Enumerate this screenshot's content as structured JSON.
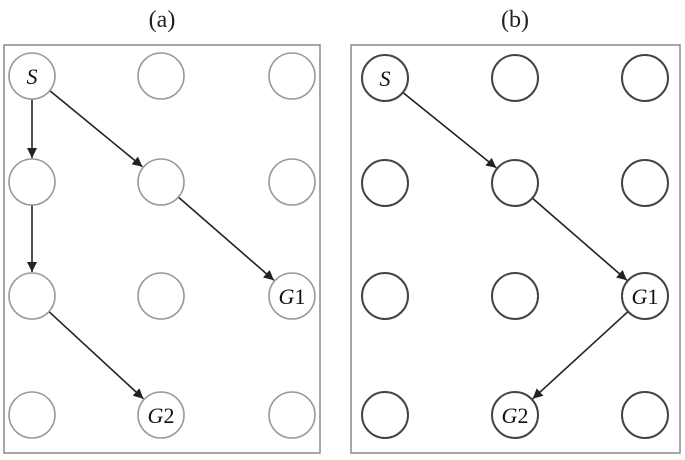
{
  "panels": [
    {
      "id": "a",
      "label": "(a)",
      "node_color": "#9a9a9a",
      "frame_color": "#8a8a8a",
      "nodes": [
        {
          "row": 0,
          "col": 0,
          "letter": "S",
          "number": ""
        },
        {
          "row": 0,
          "col": 1,
          "letter": "",
          "number": ""
        },
        {
          "row": 0,
          "col": 2,
          "letter": "",
          "number": ""
        },
        {
          "row": 1,
          "col": 0,
          "letter": "",
          "number": ""
        },
        {
          "row": 1,
          "col": 1,
          "letter": "",
          "number": ""
        },
        {
          "row": 1,
          "col": 2,
          "letter": "",
          "number": ""
        },
        {
          "row": 2,
          "col": 0,
          "letter": "",
          "number": ""
        },
        {
          "row": 2,
          "col": 1,
          "letter": "",
          "number": ""
        },
        {
          "row": 2,
          "col": 2,
          "letter": "G",
          "number": "1"
        },
        {
          "row": 3,
          "col": 0,
          "letter": "",
          "number": ""
        },
        {
          "row": 3,
          "col": 1,
          "letter": "G",
          "number": "2"
        },
        {
          "row": 3,
          "col": 2,
          "letter": "",
          "number": ""
        }
      ],
      "edges": [
        {
          "from": [
            0,
            0
          ],
          "to": [
            1,
            0
          ]
        },
        {
          "from": [
            1,
            0
          ],
          "to": [
            2,
            0
          ]
        },
        {
          "from": [
            2,
            0
          ],
          "to": [
            3,
            1
          ]
        },
        {
          "from": [
            0,
            0
          ],
          "to": [
            1,
            1
          ]
        },
        {
          "from": [
            1,
            1
          ],
          "to": [
            2,
            2
          ]
        }
      ]
    },
    {
      "id": "b",
      "label": "(b)",
      "node_color": "#444444",
      "frame_color": "#8a8a8a",
      "nodes": [
        {
          "row": 0,
          "col": 0,
          "letter": "S",
          "number": ""
        },
        {
          "row": 0,
          "col": 1,
          "letter": "",
          "number": ""
        },
        {
          "row": 0,
          "col": 2,
          "letter": "",
          "number": ""
        },
        {
          "row": 1,
          "col": 0,
          "letter": "",
          "number": ""
        },
        {
          "row": 1,
          "col": 1,
          "letter": "",
          "number": ""
        },
        {
          "row": 1,
          "col": 2,
          "letter": "",
          "number": ""
        },
        {
          "row": 2,
          "col": 0,
          "letter": "",
          "number": ""
        },
        {
          "row": 2,
          "col": 1,
          "letter": "",
          "number": ""
        },
        {
          "row": 2,
          "col": 2,
          "letter": "G",
          "number": "1"
        },
        {
          "row": 3,
          "col": 0,
          "letter": "",
          "number": ""
        },
        {
          "row": 3,
          "col": 1,
          "letter": "G",
          "number": "2"
        },
        {
          "row": 3,
          "col": 2,
          "letter": "",
          "number": ""
        }
      ],
      "edges": [
        {
          "from": [
            0,
            0
          ],
          "to": [
            1,
            1
          ]
        },
        {
          "from": [
            1,
            1
          ],
          "to": [
            2,
            2
          ]
        },
        {
          "from": [
            2,
            2
          ],
          "to": [
            3,
            1
          ]
        }
      ]
    }
  ]
}
